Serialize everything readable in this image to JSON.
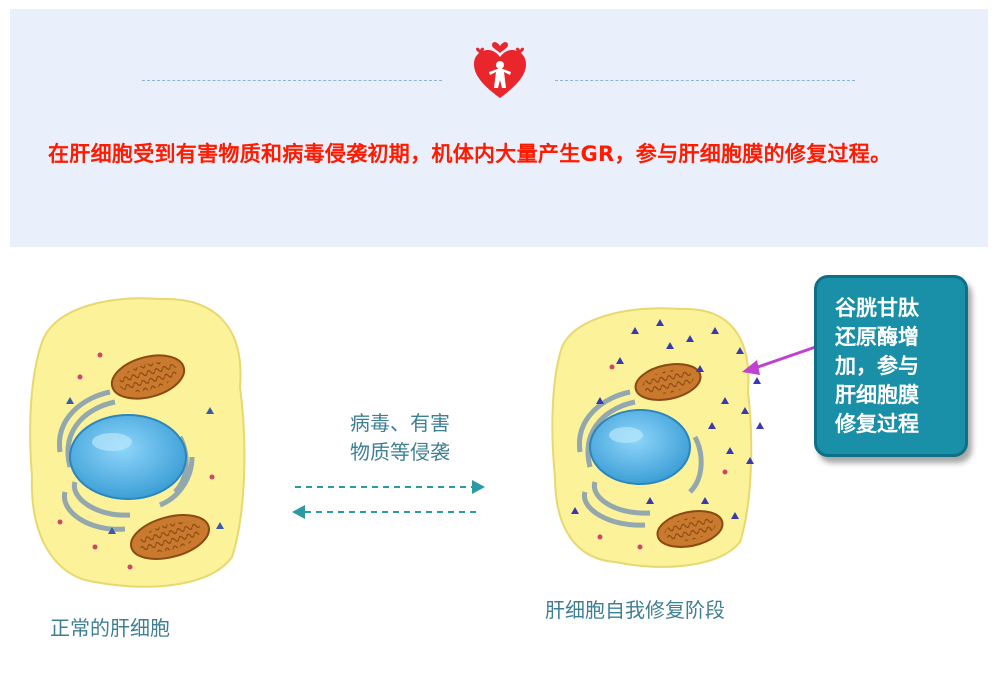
{
  "banner": {
    "text": "在肝细胞受到有害物质和病毒侵袭初期，机体内大量产生GR，参与肝细胞膜的修复过程。"
  },
  "diagram": {
    "left_cell_caption": "正常的肝细胞",
    "right_cell_caption": "肝细胞自我修复阶段",
    "arrow_label_line1": "病毒、有害",
    "arrow_label_line2": "物质等侵袭",
    "callout_line1": "谷胱甘肽",
    "callout_line2": "还原酶增",
    "callout_line3": "加，参与",
    "callout_line4": "肝细胞膜",
    "callout_line5": "修复过程"
  },
  "colors": {
    "banner_bg": "#e9f0fb",
    "banner_text": "#ff1a00",
    "cell_fill": "#fbf29a",
    "nucleus": "#5bb6e8",
    "mitochondria": "#c97a2e",
    "callout_bg": "#1a8fa8",
    "arrow": "#2a9aa5",
    "pointer": "#c040d0"
  },
  "icons": {
    "logo": "heart-family-icon"
  }
}
